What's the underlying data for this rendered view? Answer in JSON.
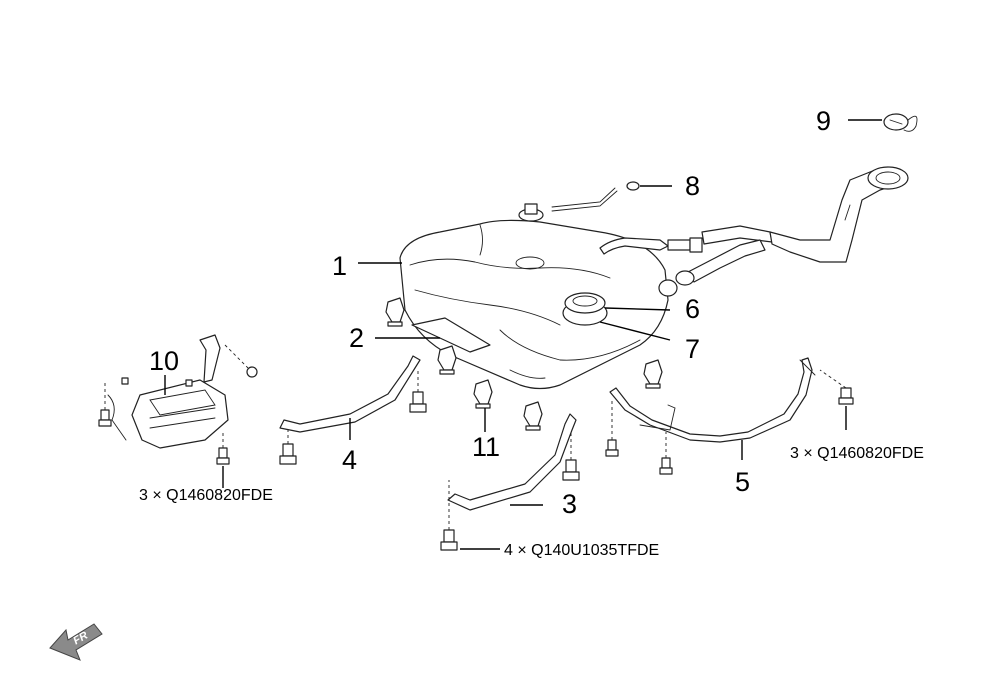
{
  "callouts": {
    "c1": "1",
    "c2": "2",
    "c3": "3",
    "c4": "4",
    "c5": "5",
    "c6": "6",
    "c7": "7",
    "c8": "8",
    "c9": "9",
    "c10": "10",
    "c11": "11"
  },
  "bolt_notes": {
    "left": "3 × Q1460820FDE",
    "right": "3 × Q1460820FDE",
    "bottom": "4 × Q140U1035TFDE"
  },
  "direction": {
    "label": "FR"
  }
}
